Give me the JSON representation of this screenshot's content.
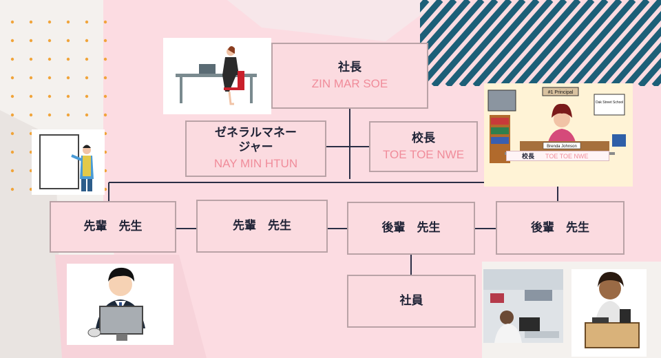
{
  "org": {
    "president": {
      "role": "社長",
      "name": "ZIN MAR SOE"
    },
    "general_manager": {
      "role_line1": "ゼネラルマネー",
      "role_line2": "ジャー",
      "name": "NAY MIN HTUN"
    },
    "principal": {
      "role": "校長",
      "name": "TOE TOE NWE"
    },
    "senior_teacher_1": {
      "role": "先輩　先生"
    },
    "senior_teacher_2": {
      "role": "先輩　先生"
    },
    "junior_teacher_1": {
      "role": "後輩　先生"
    },
    "junior_teacher_2": {
      "role": "後輩　先生"
    },
    "staff": {
      "role": "社員"
    }
  },
  "principal_photo": {
    "sign": "#1 Principal",
    "nameplate": "Brenda Johnson",
    "board": "Oak Street School",
    "label_role": "校長",
    "label_name": "TOE TOE NWE"
  },
  "colors": {
    "box_fill": "#fbdbe0",
    "box_border": "#b9a2a6",
    "name_text": "#f08c9a",
    "line": "#2a2e45",
    "stripe": "#1d5f78",
    "dot": "#f0a43a"
  }
}
